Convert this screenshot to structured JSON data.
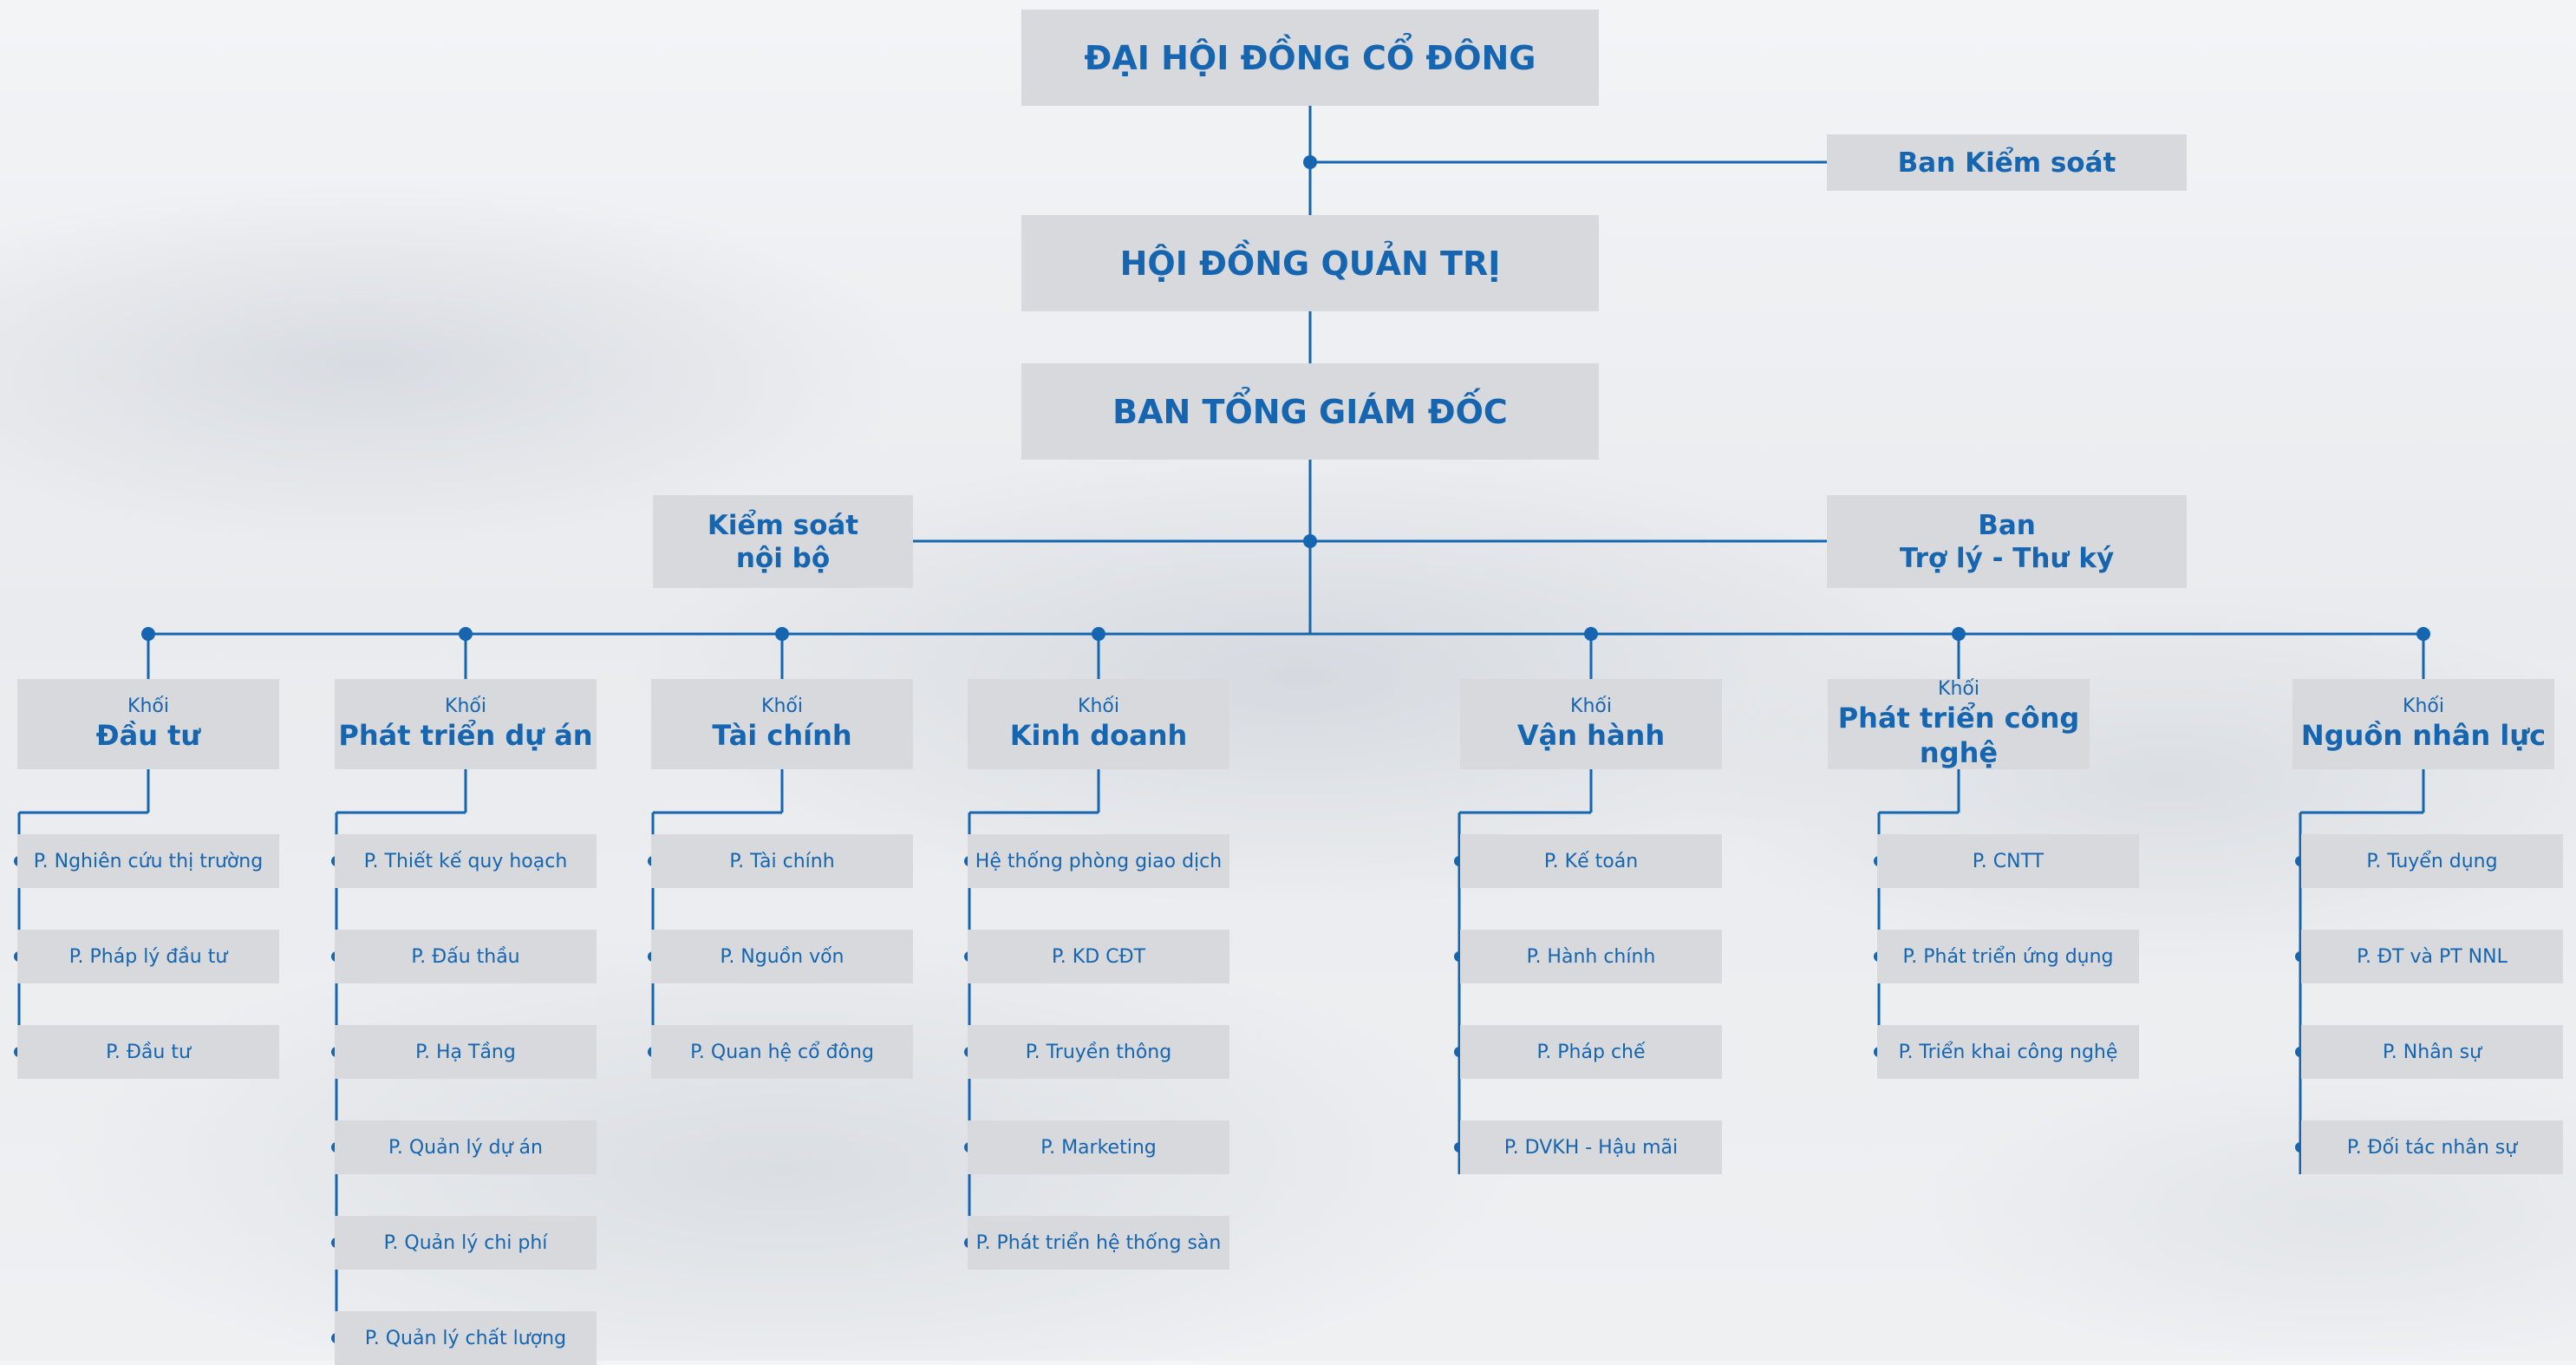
{
  "top": [
    {
      "label": "ĐẠI HỘI ĐỒNG CỔ ĐÔNG"
    },
    {
      "label": "HỘI ĐỒNG QUẢN TRỊ"
    },
    {
      "label": "BAN TỔNG GIÁM ĐỐC"
    }
  ],
  "supervisory": {
    "label": "Ban Kiểm soát"
  },
  "internal_control": {
    "line1": "Kiểm soát",
    "line2": "nội bộ"
  },
  "assistant": {
    "line1": "Ban",
    "line2": "Trợ lý - Thư ký"
  },
  "block_prefix": "Khối",
  "blocks": [
    {
      "name": "Đầu tư",
      "depts": [
        "P. Nghiên cứu thị trường",
        "P. Pháp lý đầu tư",
        "P. Đầu tư"
      ]
    },
    {
      "name": "Phát triển dự án",
      "depts": [
        "P. Thiết kế quy hoạch",
        "P. Đấu thầu",
        "P. Hạ Tầng",
        "P. Quản lý dự án",
        "P. Quản lý chi phí",
        "P. Quản lý chất lượng"
      ]
    },
    {
      "name": "Tài chính",
      "depts": [
        "P. Tài chính",
        "P. Nguồn vốn",
        "P. Quan hệ cổ đông"
      ]
    },
    {
      "name": "Kinh doanh",
      "depts": [
        "Hệ thống phòng giao dịch",
        "P. KD CĐT",
        "P. Truyền thông",
        "P. Marketing",
        "P. Phát triển hệ thống sàn"
      ]
    },
    {
      "name": "Vận hành",
      "depts": [
        "P. Kế toán",
        "P. Hành chính",
        "P. Pháp chế",
        "P. DVKH - Hậu mãi"
      ]
    },
    {
      "name": "Phát triển công nghệ",
      "depts": [
        "P. CNTT",
        "P. Phát triển ứng dụng",
        "P. Triển khai công nghệ"
      ]
    },
    {
      "name": "Nguồn nhân lực",
      "depts": [
        "P. Tuyển dụng",
        "P. ĐT và PT NNL",
        "P. Nhân sự",
        "P. Đối tác nhân sự"
      ]
    }
  ],
  "colors": {
    "line": "#1565b0",
    "box": "#d7d9dc",
    "text": "#1565b0"
  }
}
